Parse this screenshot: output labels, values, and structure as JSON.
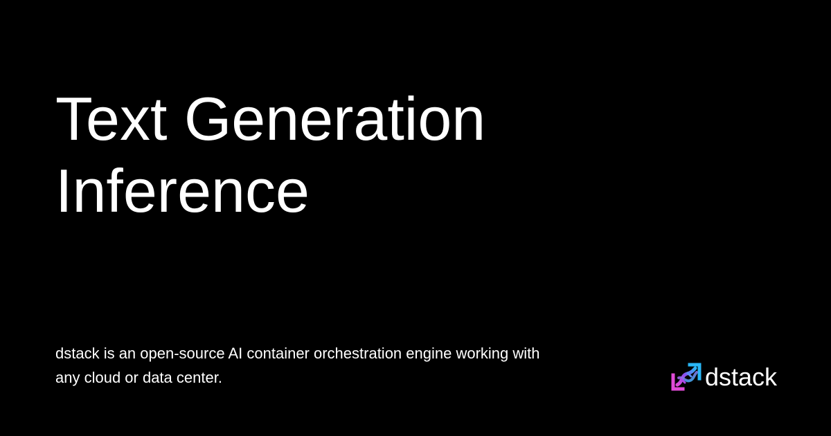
{
  "card": {
    "title_lines": [
      "Text Generation",
      "Inference"
    ],
    "description_lines": [
      "dstack is an open-source AI container orchestration engine working with",
      "any cloud or data center."
    ],
    "brand": {
      "name": "dstack",
      "icon": "dstack-logo-icon"
    },
    "colors": {
      "background": "#000000",
      "text": "#ffffff",
      "logo_gradient": [
        "#e04bd6",
        "#8b4cf0",
        "#29b6f6"
      ]
    }
  }
}
